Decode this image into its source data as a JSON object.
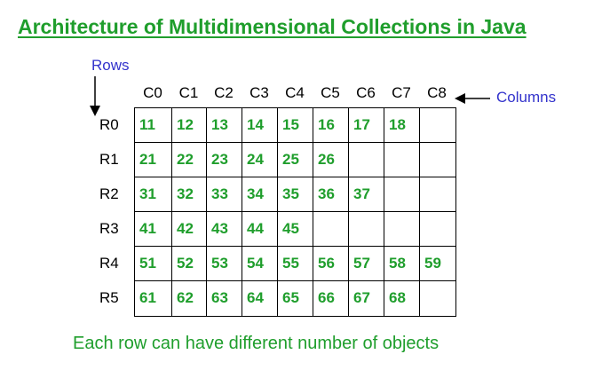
{
  "title": "Architecture of Multidimensional Collections in Java",
  "rows_label": "Rows",
  "columns_label": "Columns",
  "caption": "Each row can have different number of objects",
  "column_headers": [
    "C0",
    "C1",
    "C2",
    "C3",
    "C4",
    "C5",
    "C6",
    "C7",
    "C8"
  ],
  "row_headers": [
    "R0",
    "R1",
    "R2",
    "R3",
    "R4",
    "R5"
  ],
  "grid": [
    [
      "11",
      "12",
      "13",
      "14",
      "15",
      "16",
      "17",
      "18",
      ""
    ],
    [
      "21",
      "22",
      "23",
      "24",
      "25",
      "26",
      "",
      "",
      ""
    ],
    [
      "31",
      "32",
      "33",
      "34",
      "35",
      "36",
      "37",
      "",
      ""
    ],
    [
      "41",
      "42",
      "43",
      "44",
      "45",
      "",
      "",
      "",
      ""
    ],
    [
      "51",
      "52",
      "53",
      "54",
      "55",
      "56",
      "57",
      "58",
      "59"
    ],
    [
      "61",
      "62",
      "63",
      "64",
      "65",
      "66",
      "67",
      "68",
      ""
    ]
  ],
  "colors": {
    "title": "#1f9e2c",
    "cell_text": "#1f9e2c",
    "labels": "#3333cc",
    "caption": "#1f9e2c",
    "grid_lines": "#000000"
  }
}
